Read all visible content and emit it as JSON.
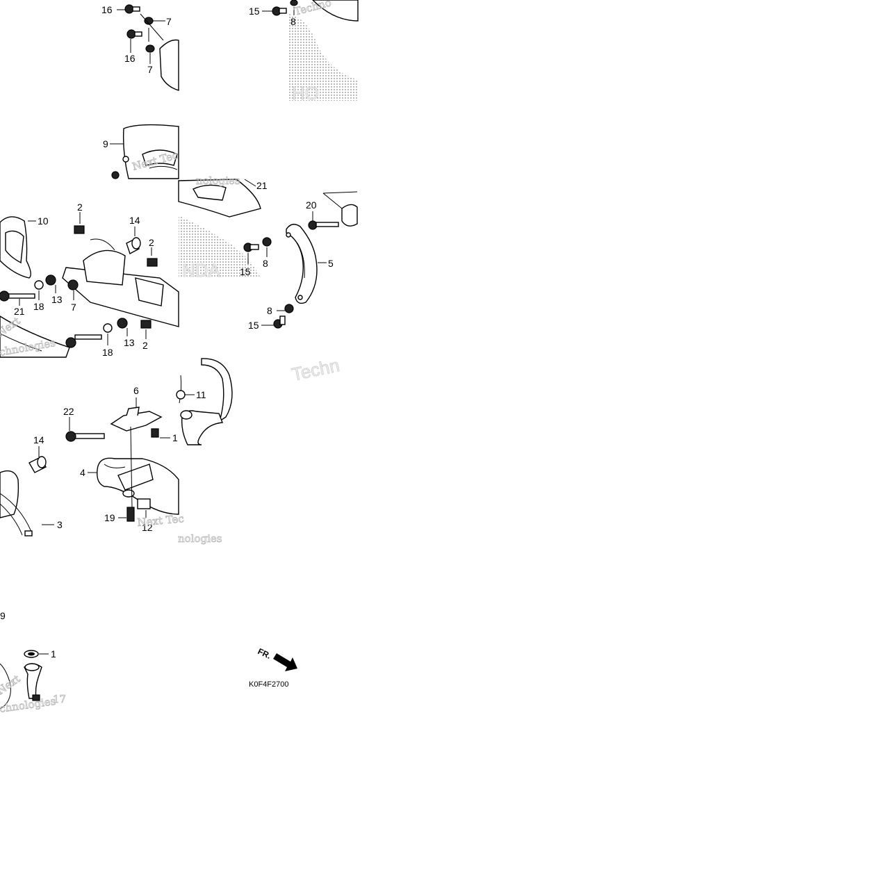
{
  "diagram": {
    "code": "K0F4F2700",
    "direction_label": "FR.",
    "callouts": [
      {
        "id": "c1",
        "text": "16"
      },
      {
        "id": "c2",
        "text": "7"
      },
      {
        "id": "c3",
        "text": "16"
      },
      {
        "id": "c4",
        "text": "7"
      },
      {
        "id": "c5",
        "text": "15"
      },
      {
        "id": "c6",
        "text": "8"
      },
      {
        "id": "c7",
        "text": "9"
      },
      {
        "id": "c8",
        "text": "21"
      },
      {
        "id": "c9",
        "text": "20"
      },
      {
        "id": "c10",
        "text": "5"
      },
      {
        "id": "c11",
        "text": "15"
      },
      {
        "id": "c12",
        "text": "8"
      },
      {
        "id": "c13",
        "text": "8"
      },
      {
        "id": "c14",
        "text": "15"
      },
      {
        "id": "c15",
        "text": "10"
      },
      {
        "id": "c16",
        "text": "2"
      },
      {
        "id": "c17",
        "text": "14"
      },
      {
        "id": "c18",
        "text": "2"
      },
      {
        "id": "c19",
        "text": "21"
      },
      {
        "id": "c20",
        "text": "18"
      },
      {
        "id": "c21",
        "text": "13"
      },
      {
        "id": "c22",
        "text": "7"
      },
      {
        "id": "c23",
        "text": "13"
      },
      {
        "id": "c24",
        "text": "2"
      },
      {
        "id": "c25",
        "text": "18"
      },
      {
        "id": "c26",
        "text": "6"
      },
      {
        "id": "c27",
        "text": "22"
      },
      {
        "id": "c28",
        "text": "1"
      },
      {
        "id": "c29",
        "text": "14"
      },
      {
        "id": "c30",
        "text": "4"
      },
      {
        "id": "c31",
        "text": "3"
      },
      {
        "id": "c32",
        "text": "19"
      },
      {
        "id": "c33",
        "text": "12"
      },
      {
        "id": "c34",
        "text": "11"
      },
      {
        "id": "c35",
        "text": "9"
      },
      {
        "id": "c36",
        "text": "1"
      },
      {
        "id": "c37",
        "text": "17"
      }
    ],
    "watermarks": [
      {
        "id": "w1",
        "text": "Techno"
      },
      {
        "id": "w2",
        "text": "Next Tec"
      },
      {
        "id": "w3",
        "text": "nologies"
      },
      {
        "id": "w4",
        "text": "Next"
      },
      {
        "id": "w5",
        "text": "chnologies"
      },
      {
        "id": "w6",
        "text": "Techn"
      },
      {
        "id": "w7",
        "text": "Next Tec"
      },
      {
        "id": "w8",
        "text": "nologies"
      },
      {
        "id": "w9",
        "text": "Next"
      },
      {
        "id": "w10",
        "text": "chnologies"
      }
    ]
  }
}
